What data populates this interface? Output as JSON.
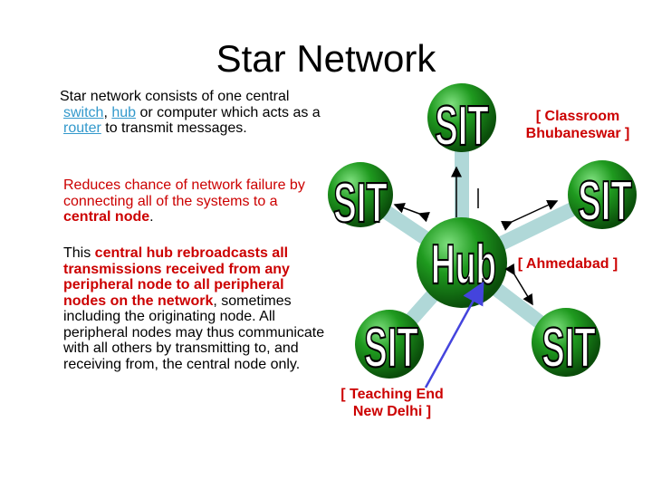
{
  "title": "Star Network",
  "para1": {
    "t1": "Star network consists of one central ",
    "switch": "switch",
    "t2": ", ",
    "hub": "hub",
    "t3": " or computer which acts as a ",
    "router": "router",
    "t4": " to transmit messages."
  },
  "para2": {
    "t1": "Reduces chance of network failure by connecting all of the systems to a ",
    "central_node": "central node",
    "t2": "."
  },
  "para3": {
    "t1": "This ",
    "bold1": "central hub rebroadcasts all transmissions received from any peripheral node to all peripheral nodes on the",
    "network": "network",
    "t2": ", sometimes including the originating node. All peripheral nodes may thus communicate with all others by transmitting to, and receiving from, the central node only."
  },
  "diagram": {
    "hub_label": "Hub",
    "node_label": "SIT",
    "labels": {
      "classroom_line1": "[ Classroom",
      "classroom_line2": "Bhubaneswar ]",
      "ahmedabad": "[ Ahmedabad ]",
      "teaching_line1": "[ Teaching End",
      "teaching_line2": "New Delhi ]"
    },
    "colors": {
      "node": "#1a8a1a",
      "hub": "#1a8a1a",
      "label": "#cc0000",
      "blue_link": "#4444dd"
    }
  }
}
